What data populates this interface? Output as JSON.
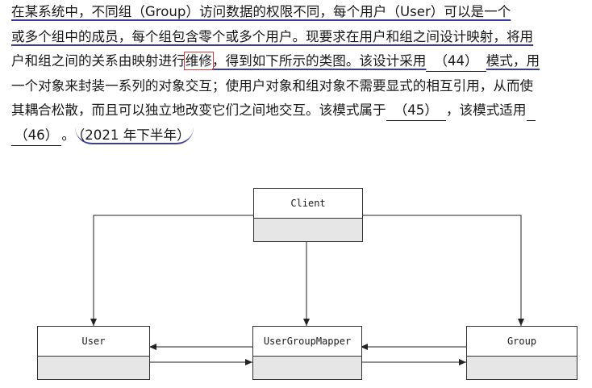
{
  "text": {
    "line1": "在某系统中，不同组（Group）访问数据的权限不同，每个用户（User）可以是一个",
    "line2": "或多个组中的成员，每个组包含零个或多个用户。现要求在用户和组之间设计映射，将用",
    "line3_pre": "户和组之间的关系由映射进行",
    "line3_boxed": "维修",
    "line3_mid": "，得到如下所示的类图。该设计采用",
    "blank44": "（44）",
    "line3_post": "模式，用",
    "line4": "一个对象来封装一系列的对象交互；使用户对象和组对象不需要显式的相互引用，从而使",
    "line5_pre": "其耦合松散，而且可以独立地改变它们之间地交互。该模式属于",
    "blank45": "（45）",
    "line5_post": "，该模式适用",
    "blank46": "（46）",
    "line6_post": "。",
    "year": "（2021 年下半年）"
  },
  "diagram": {
    "client": "Client",
    "user": "User",
    "mapper": "UserGroupMapper",
    "group": "Group"
  }
}
